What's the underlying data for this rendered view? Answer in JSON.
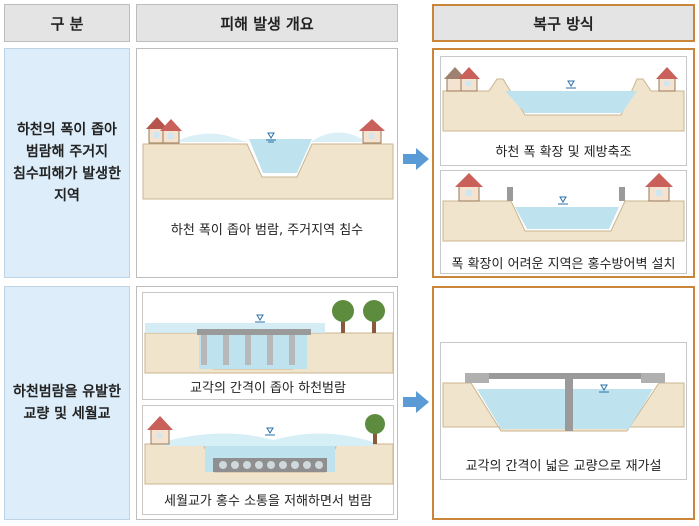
{
  "headers": {
    "category": "구 분",
    "damage": "피해 발생 개요",
    "recovery": "복구 방식"
  },
  "rows": [
    {
      "category": "하천의 폭이 좁아\n범람해 주거지\n침수피해가 발생한\n지역",
      "damage_captions": [
        "하천 폭이 좁아 범람, 주거지역 침수"
      ],
      "recovery_captions": [
        "하천 폭 확장 및 제방축조",
        "폭 확장이 어려운 지역은 홍수방어벽 설치"
      ]
    },
    {
      "category": "하천범람을 유발한\n교량 및 세월교",
      "damage_captions": [
        "교각의 간격이 좁아 하천범람",
        "세월교가 홍수 소통을 저해하면서 범람"
      ],
      "recovery_captions": [
        "교각의 간격이 넓은 교량으로 재가설"
      ]
    }
  ],
  "colors": {
    "header_bg": "#e4e4e4",
    "category_bg": "#ddeefa",
    "accent_border": "#c9853a",
    "arrow": "#5b9bd5",
    "water": "#bfe3ee",
    "ground": "#f1e4cc"
  }
}
